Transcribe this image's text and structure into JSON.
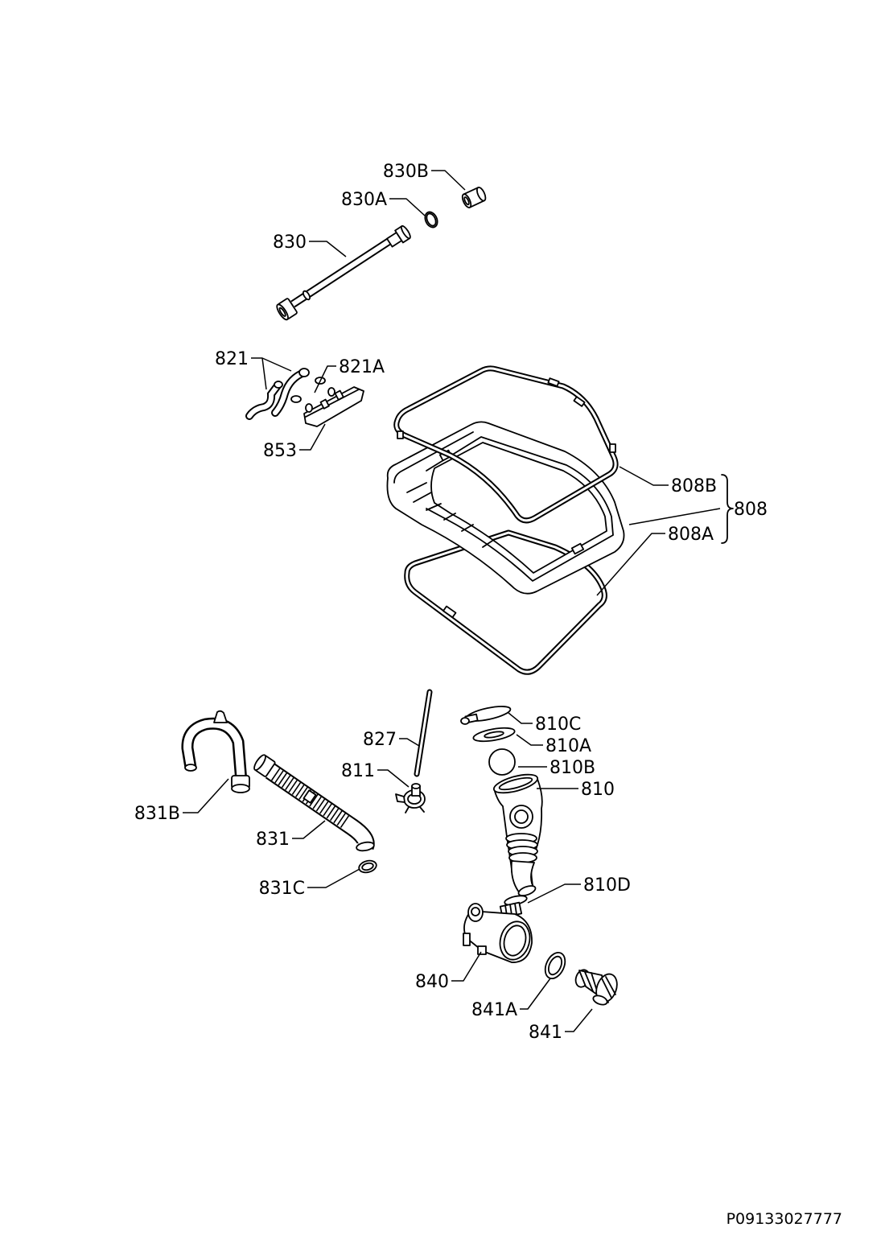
{
  "callouts": {
    "830B": "830B",
    "830A": "830A",
    "830": "830",
    "821": "821",
    "821A": "821A",
    "853": "853",
    "808B": "808B",
    "808": "808",
    "808A": "808A",
    "810C": "810C",
    "827": "827",
    "810A": "810A",
    "811": "811",
    "810B": "810B",
    "810": "810",
    "831B": "831B",
    "831": "831",
    "810D": "810D",
    "831C": "831C",
    "840": "840",
    "841A": "841A",
    "841": "841"
  },
  "drawing_number": "P09133027777",
  "colors": {
    "line": "#000000",
    "background": "#ffffff"
  }
}
